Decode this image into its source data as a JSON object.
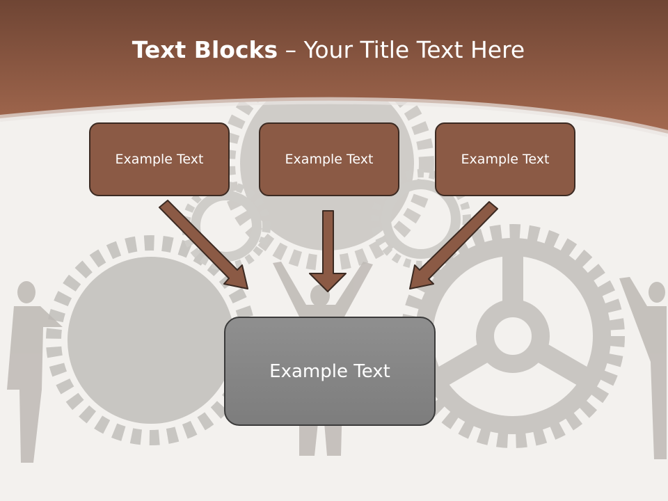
{
  "slide": {
    "title_bold": "Text Blocks",
    "title_dash": " – ",
    "title_rest": "Your Title Text Here",
    "boxes": [
      {
        "label": "Example Text"
      },
      {
        "label": "Example Text"
      },
      {
        "label": "Example Text"
      }
    ],
    "main_box": {
      "label": "Example Text"
    }
  },
  "colors": {
    "header_brown": "#9a624a",
    "box_brown": "#8b5a45",
    "main_box_gray": "#858585",
    "background": "#f3f1ee"
  }
}
